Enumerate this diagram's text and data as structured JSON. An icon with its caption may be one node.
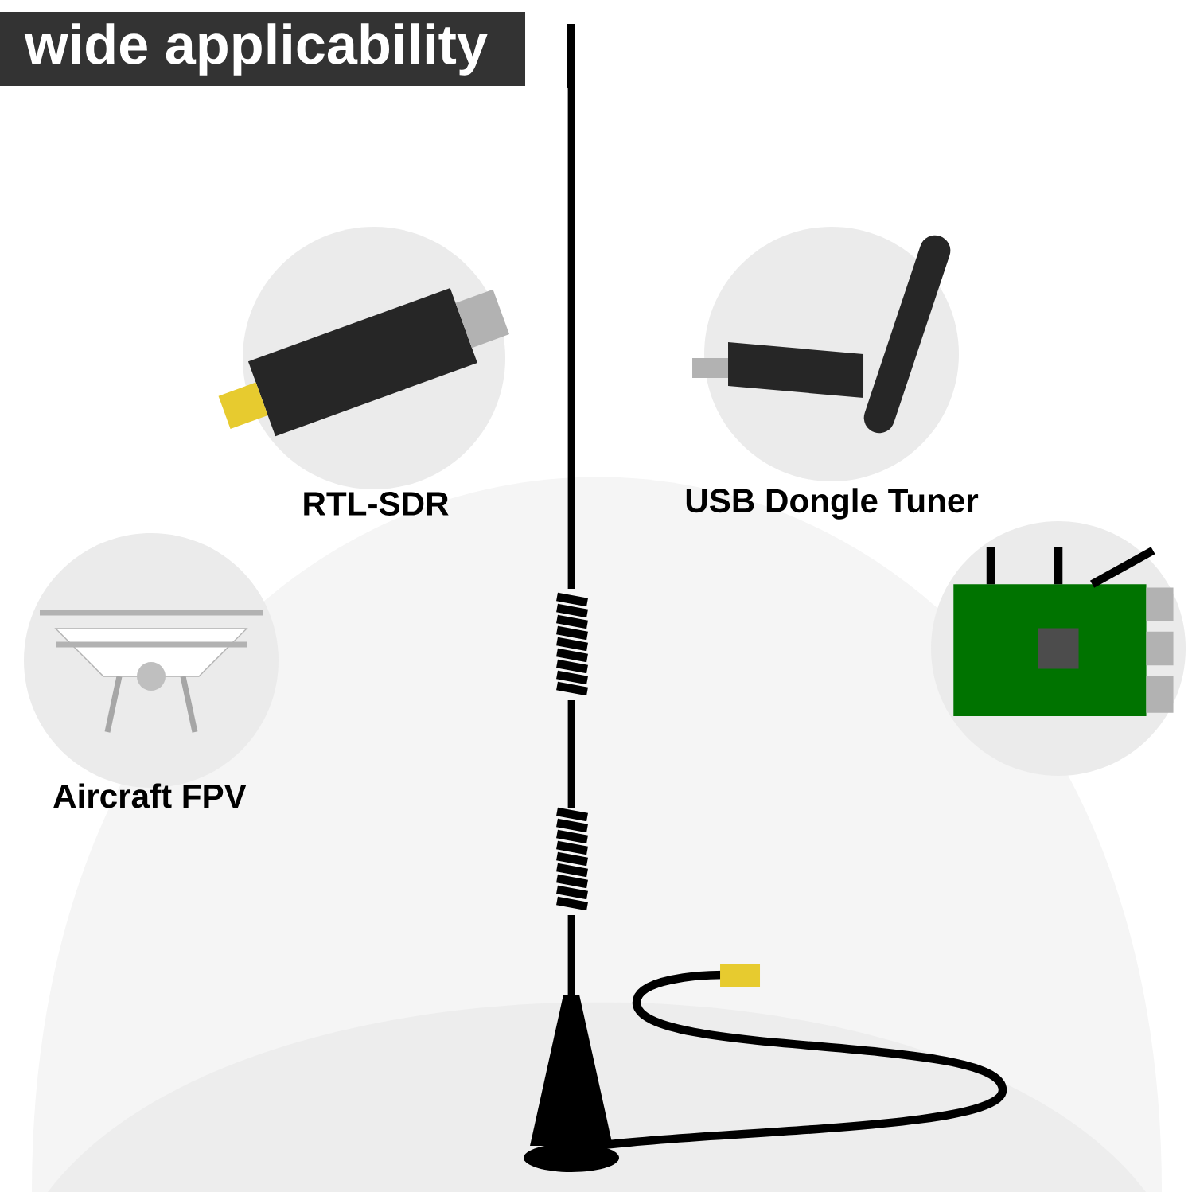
{
  "diagram": {
    "title": "wide applicability",
    "nodes": [
      {
        "text": [
          "RTL-SDR"
        ]
      },
      {
        "text": [
          "USB Dongle Tuner"
        ]
      },
      {
        "text": [
          "Aircraft FPV"
        ]
      },
      {
        "text": [],
        "shape": "circle"
      }
    ]
  }
}
